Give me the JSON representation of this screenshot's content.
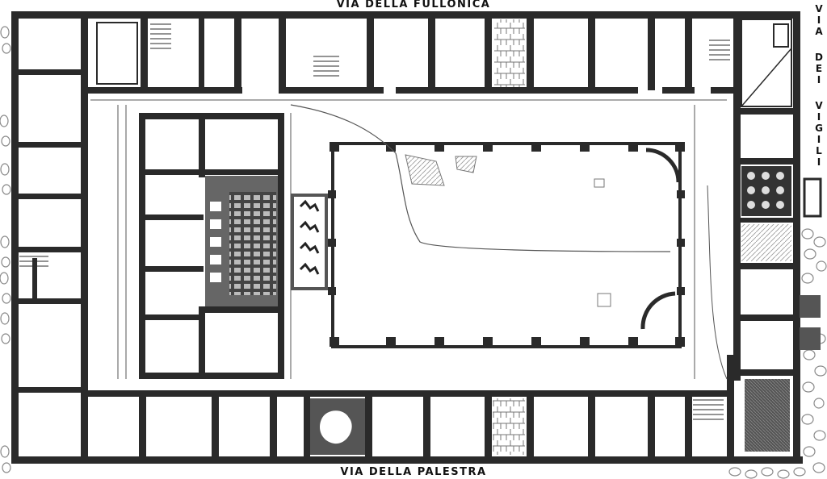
{
  "streets": {
    "north": "VIA DELLA FULLONICA",
    "south": "VIA DELLA PALESTRA",
    "east_words": [
      "VIA",
      "DEI",
      "VIGILI"
    ]
  },
  "colors": {
    "wall": "#2a2a2a",
    "paper": "#ffffff",
    "line": "#555555",
    "rubble": "#8a8a8a"
  }
}
